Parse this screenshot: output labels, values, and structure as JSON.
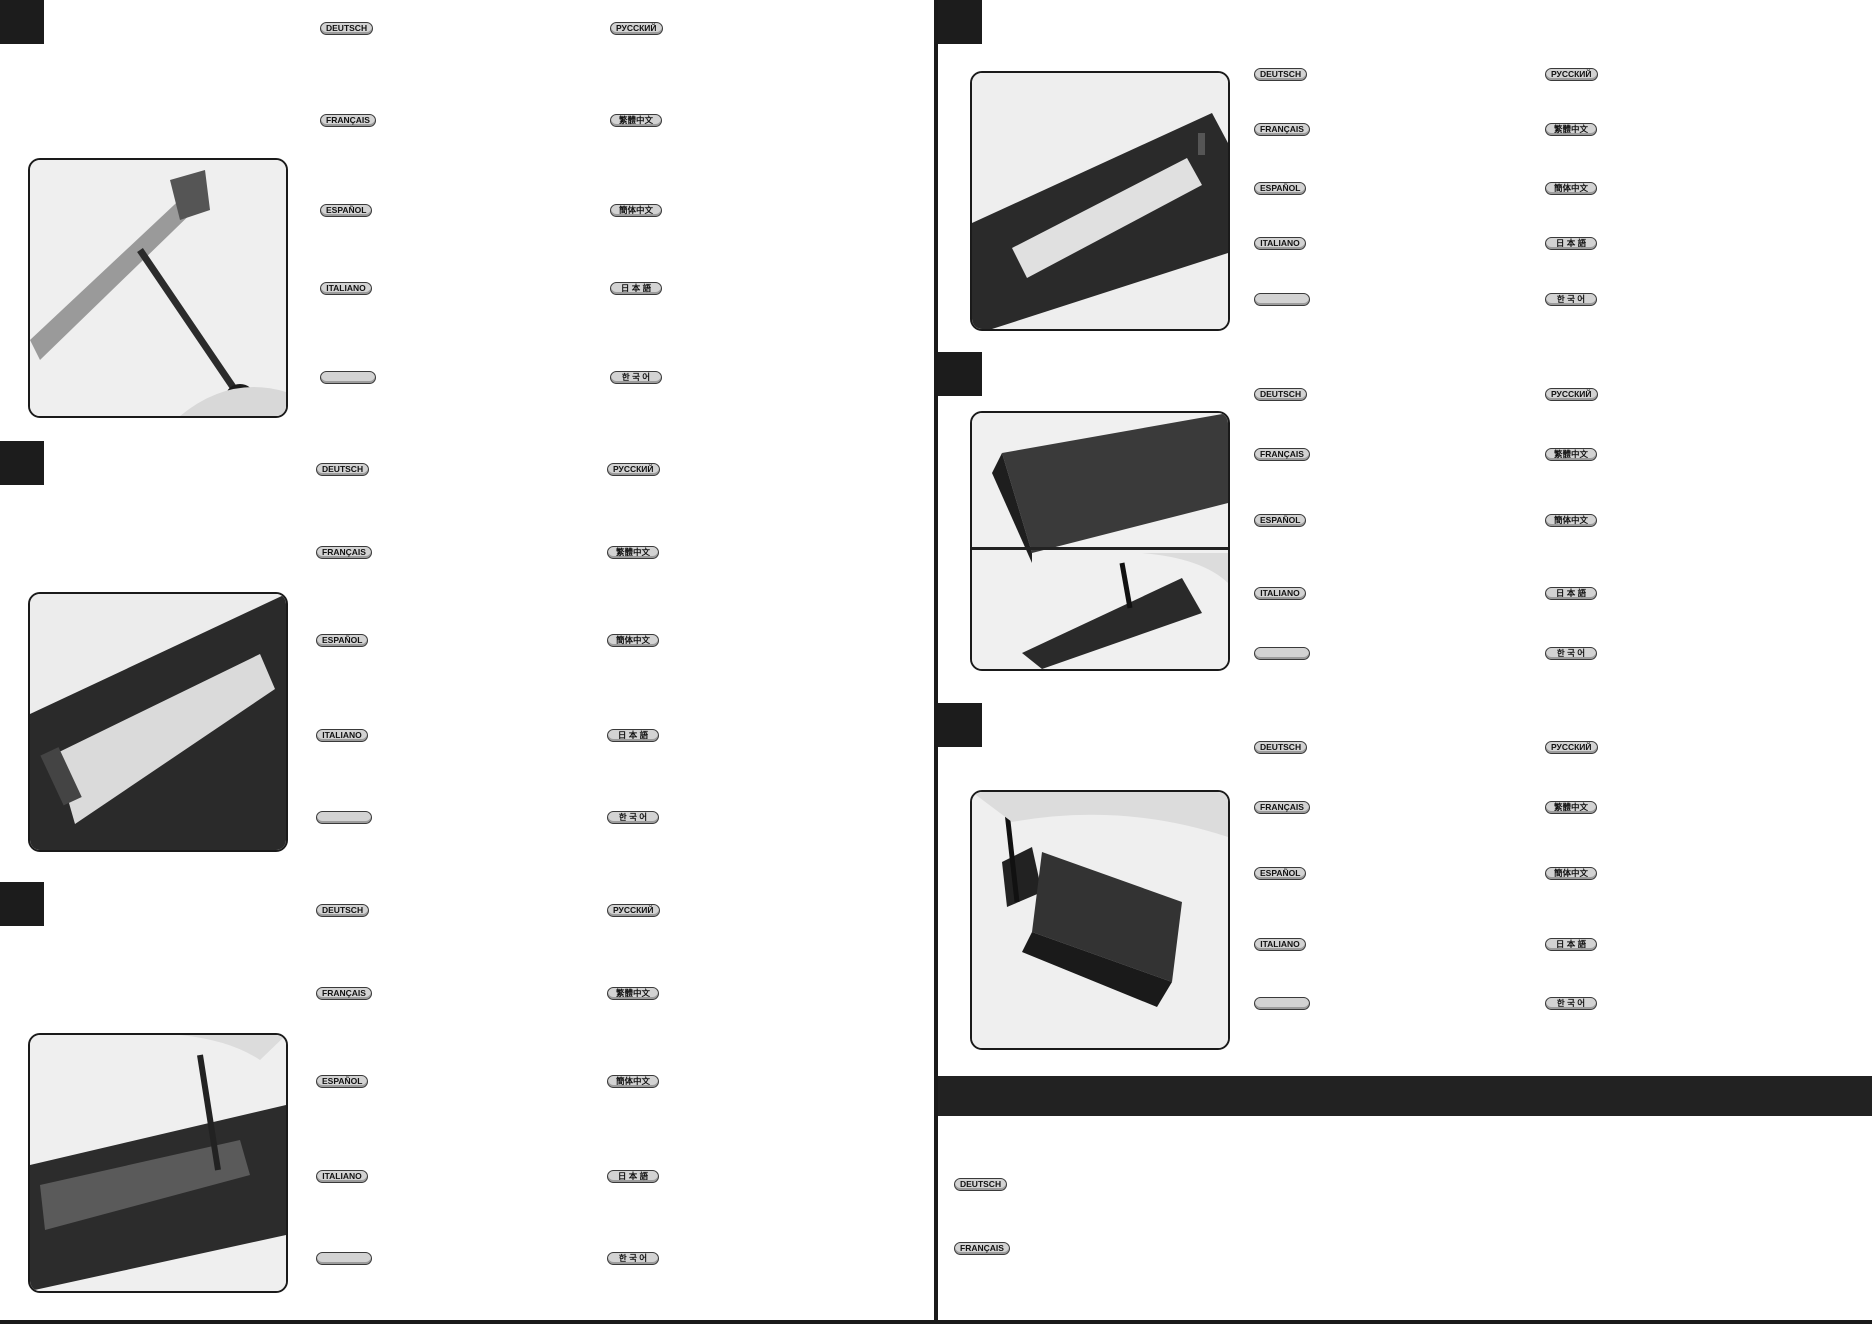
{
  "languages": {
    "de": "DEUTSCH",
    "fr": "FRANÇAIS",
    "es": "ESPAÑOL",
    "it": "ITALIANO",
    "ru": "РУССКИЙ",
    "tc": "繁體中文",
    "sc": "簡体中文",
    "ja": "日 本 語",
    "ko": "한 국 어",
    "blank": ""
  },
  "colors": {
    "step_box": "#1c1c1c",
    "pill_fill": "#d3d3d3",
    "divider": "#1a1a1a"
  }
}
